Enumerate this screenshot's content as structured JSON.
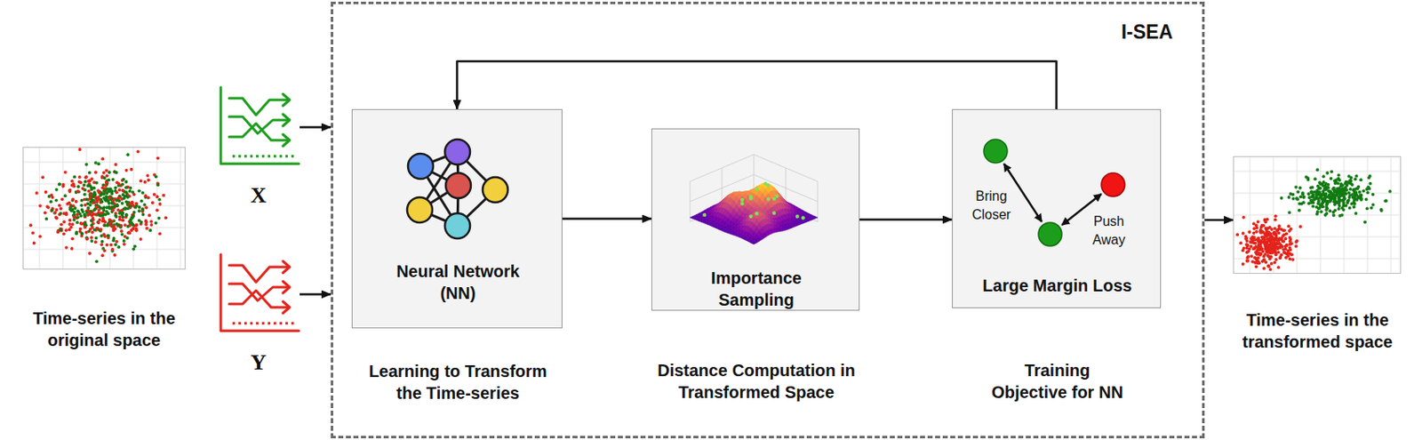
{
  "diagram": {
    "nodes": [
      {
        "text": [
          "Time-series in the original space"
        ]
      },
      {
        "text": [
          "X"
        ]
      },
      {
        "text": [
          "Y"
        ]
      },
      {
        "text": [
          "I-SEA"
        ]
      },
      {
        "text": [
          "Neural Network (NN)",
          "Learning to Transform the Time-series"
        ],
        "in": 3
      },
      {
        "text": [
          "Importance Sampling",
          "Distance Computation in Transformed Space"
        ],
        "in": 3
      },
      {
        "text": [
          "Bring Closer",
          "Push Away",
          "Large Margin Loss",
          "Training Objective for NN"
        ],
        "in": 3
      },
      {
        "text": [
          "Time-series in the transformed space"
        ]
      }
    ],
    "edges": [
      {
        "from": 1,
        "to": 3,
        "arrow": "to"
      },
      {
        "from": 2,
        "to": 3,
        "arrow": "to"
      },
      {
        "from": 4,
        "to": 5,
        "arrow": "to"
      },
      {
        "from": 5,
        "to": 6,
        "arrow": "to"
      },
      {
        "from": 6,
        "to": 4,
        "arrow": "to"
      },
      {
        "from": 3,
        "to": 7,
        "arrow": "to"
      }
    ]
  }
}
